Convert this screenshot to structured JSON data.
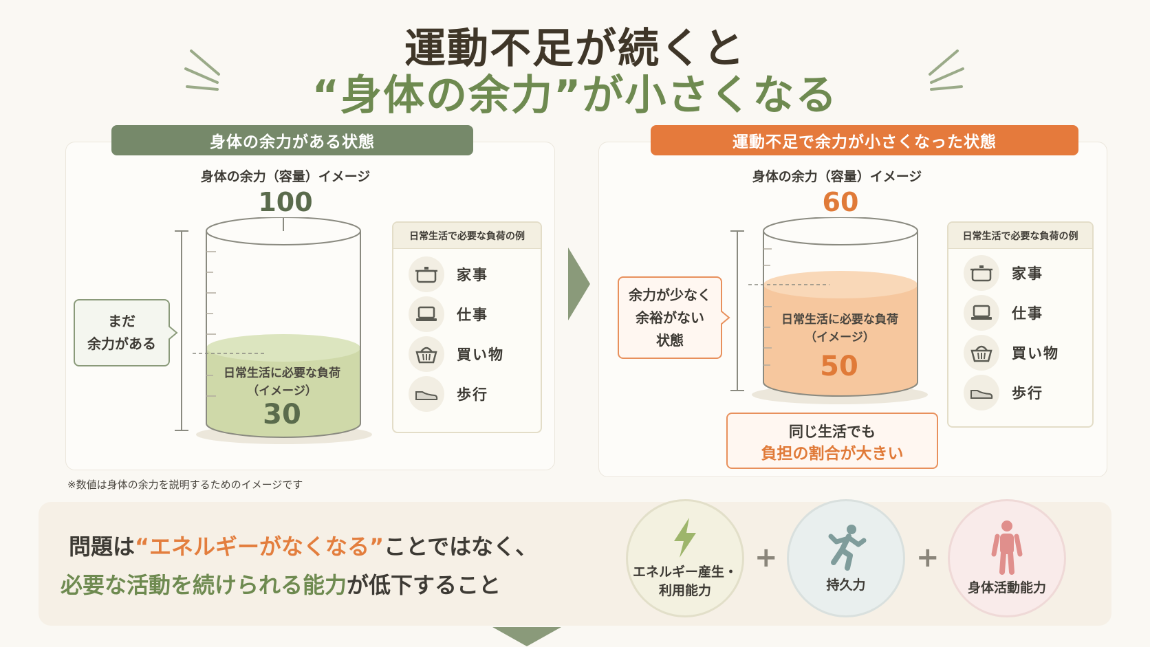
{
  "title": {
    "line1": "運動不足が続くと",
    "line2": "“身体の余力”が小さくなる"
  },
  "colors": {
    "green": "#76896a",
    "orange": "#e57a3c",
    "text": "#3d3a34"
  },
  "left": {
    "banner": "身体の余力がある状態",
    "capacity_label": "身体の余力（容量）イメージ",
    "capacity_value": "100",
    "load_label": "日常生活に必要な負荷",
    "load_sub": "（イメージ）",
    "load_value": "30",
    "callout": [
      "まだ",
      "余力がある"
    ]
  },
  "right": {
    "banner": "運動不足で余力が小さくなった状態",
    "capacity_label": "身体の余力（容量）イメージ",
    "capacity_value": "60",
    "load_label": "日常生活に必要な負荷",
    "load_sub": "（イメージ）",
    "load_value": "50",
    "callout": [
      "余力が少なく",
      "余裕がない",
      "状態"
    ],
    "burden_line1": "同じ生活でも",
    "burden_line2": "負担の割合が大きい"
  },
  "examples": {
    "heading": "日常生活で必要な負荷の例",
    "items": [
      {
        "label": "家事",
        "icon": "pot-icon"
      },
      {
        "label": "仕事",
        "icon": "laptop-icon"
      },
      {
        "label": "買い物",
        "icon": "basket-icon"
      },
      {
        "label": "歩行",
        "icon": "shoe-icon"
      }
    ]
  },
  "note": "※数値は身体の余力を説明するためのイメージです",
  "message": {
    "line1_a": "問題は",
    "line1_hl": "“エネルギーがなくなる”",
    "line1_b": "ことではなく、",
    "line2_hl": "必要な活動を続けられる能力",
    "line2_b": "が低下すること"
  },
  "abilities": [
    {
      "label1": "エネルギー産生・",
      "label2": "利用能力",
      "icon": "lightning-icon"
    },
    {
      "label1": "持久力",
      "label2": "",
      "icon": "runner-icon"
    },
    {
      "label1": "身体活動能力",
      "label2": "",
      "icon": "person-icon"
    }
  ],
  "plus": "+"
}
